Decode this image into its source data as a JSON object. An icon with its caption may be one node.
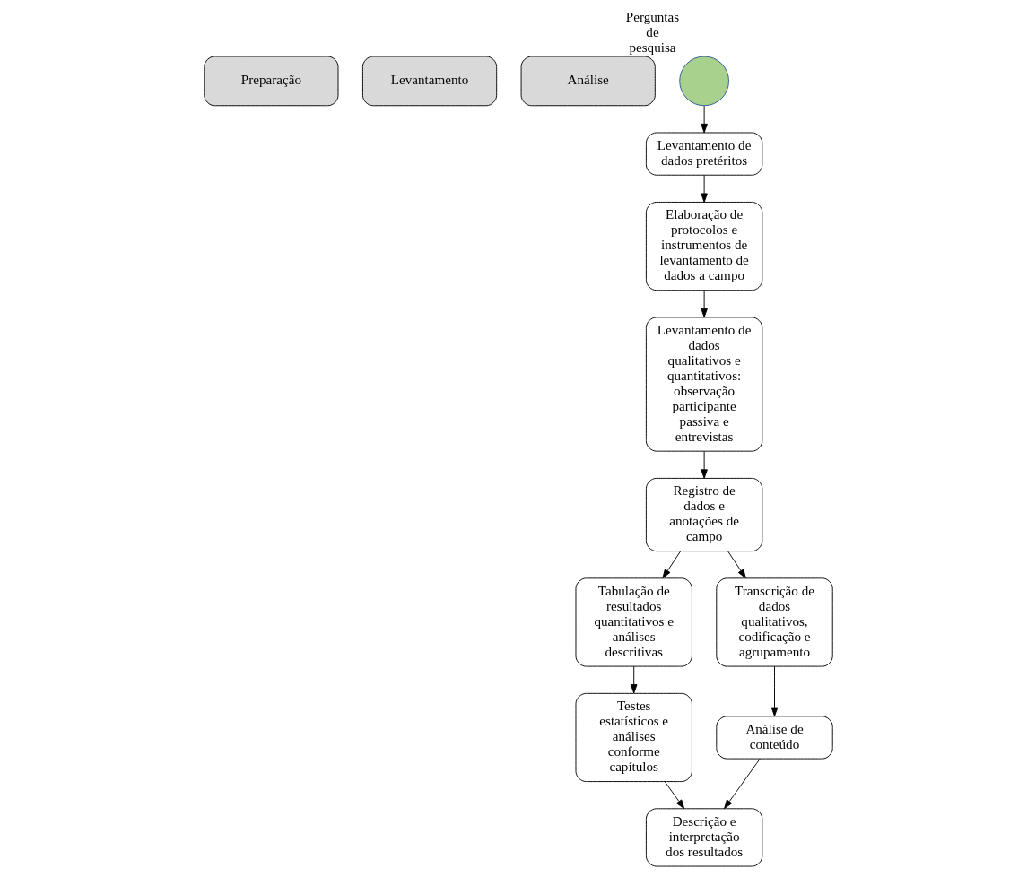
{
  "diagram": {
    "nodes": [
      {
        "text": [
          "Preparação"
        ]
      },
      {
        "text": [
          "Levantamento"
        ]
      },
      {
        "text": [
          "Análise"
        ]
      },
      {
        "text": [],
        "shape": "circle",
        "beside": [
          "Perguntas de pesquisa"
        ]
      },
      {
        "text": [
          "Levantamento de dados pretéritos"
        ]
      },
      {
        "text": [
          "Elaboração de protocolos e instrumentos de levantamento de dados a campo"
        ]
      },
      {
        "text": [
          "Levantamento de dados qualitativos e quantitativos: observação participante passiva e entrevistas"
        ]
      },
      {
        "text": [
          "Registro de dados e anotações de campo"
        ]
      },
      {
        "text": [
          "Tabulação de resultados quantitativos e análises descritivas"
        ]
      },
      {
        "text": [
          "Transcrição de dados qualitativos, codificação e agrupamento"
        ]
      },
      {
        "text": [
          "Testes estatísticos e análises conforme capítulos"
        ]
      },
      {
        "text": [
          "Análise de conteúdo"
        ]
      },
      {
        "text": [
          "Descrição e interpretação dos resultados"
        ]
      }
    ],
    "edges": [
      {
        "from": 3,
        "to": 4,
        "arrow": "to"
      },
      {
        "from": 4,
        "to": 5,
        "arrow": "to"
      },
      {
        "from": 5,
        "to": 6,
        "arrow": "to"
      },
      {
        "from": 6,
        "to": 7,
        "arrow": "to"
      },
      {
        "from": 7,
        "to": 8,
        "arrow": "to"
      },
      {
        "from": 7,
        "to": 9,
        "arrow": "to"
      },
      {
        "from": 8,
        "to": 10,
        "arrow": "to"
      },
      {
        "from": 9,
        "to": 11,
        "arrow": "to"
      },
      {
        "from": 10,
        "to": 12,
        "arrow": "to"
      },
      {
        "from": 11,
        "to": 12,
        "arrow": "to"
      }
    ]
  }
}
